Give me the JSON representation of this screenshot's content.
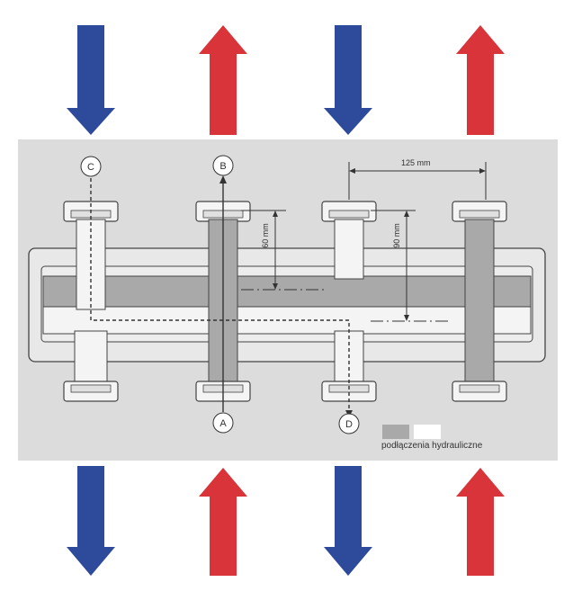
{
  "labels": {
    "port_a": "A",
    "port_b": "B",
    "port_c": "C",
    "port_d": "D"
  },
  "dimensions": {
    "spacing": "125 mm",
    "height_60": "60 mm",
    "height_90": "90 mm"
  },
  "legend": {
    "caption": "podłączenia hydrauliczne"
  },
  "colors": {
    "supply_arrow": "#D9343A",
    "return_arrow": "#2E4A9A",
    "panel": "#DCDCDC",
    "pipe_gray": "#A9A9A9",
    "pipe_white": "#F4F4F4",
    "outline": "#444444"
  },
  "arrows": {
    "top": [
      "down",
      "up",
      "down",
      "up"
    ],
    "bottom": [
      "down",
      "up",
      "down",
      "up"
    ]
  }
}
